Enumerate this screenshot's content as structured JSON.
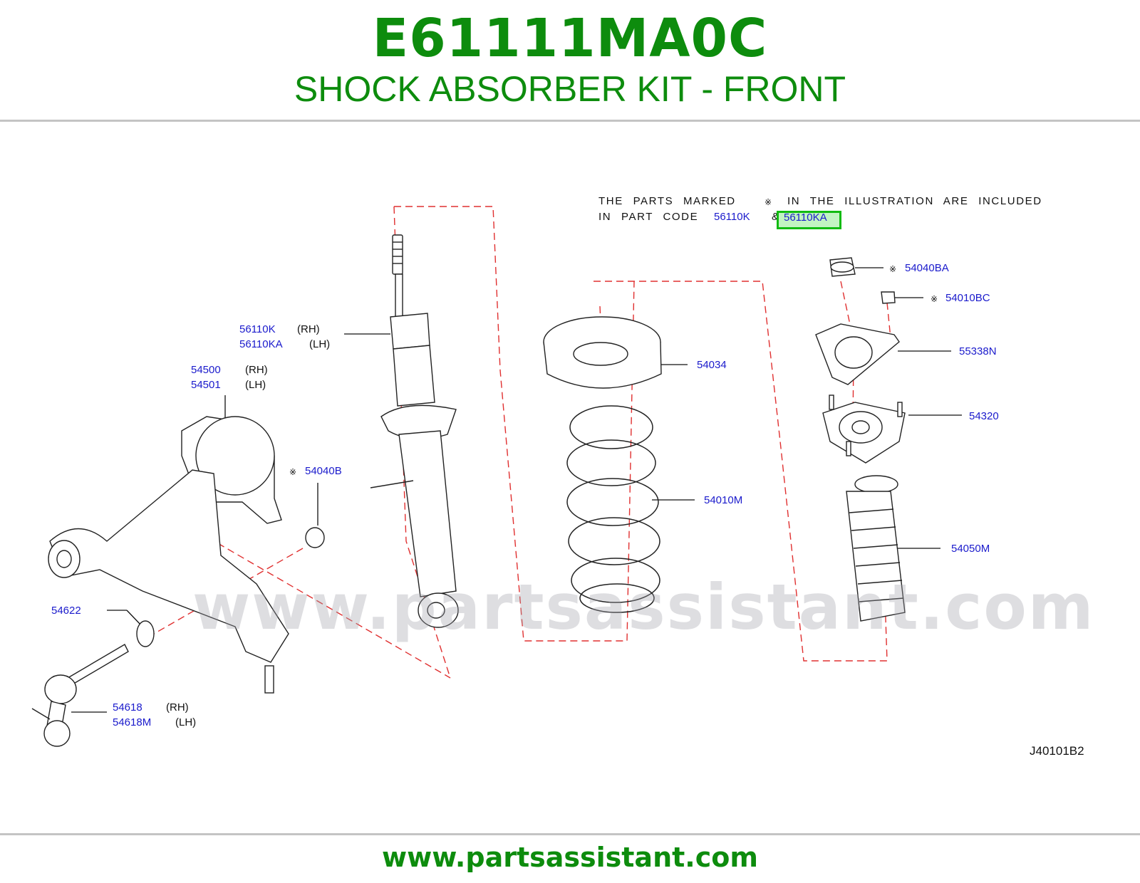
{
  "header": {
    "part_code": "E61111MA0C",
    "title": "SHOCK ABSORBER KIT - FRONT"
  },
  "note": {
    "line1_a": "THE PARTS MARKED",
    "mark": "※",
    "line1_b": "IN THE ILLUSTRATION ARE INCLUDED",
    "line2_a": "IN PART CODE",
    "code1": "56110K",
    "amp": "&",
    "code2": "56110KA",
    "highlight_color": "#11bb11"
  },
  "callouts": {
    "shock_rh": "56110K",
    "shock_rh_side": "(RH)",
    "shock_lh": "56110KA",
    "shock_lh_side": "(LH)",
    "arm_rh": "54500",
    "arm_rh_side": "(RH)",
    "arm_lh": "54501",
    "arm_lh_side": "(LH)",
    "nut_b": "54040B",
    "washer": "54622",
    "link_rh": "54618",
    "link_rh_side": "(RH)",
    "link_lh": "54618M",
    "link_lh_side": "(LH)",
    "seat": "54034",
    "spring": "54010M",
    "nut_ba": "54040BA",
    "nut_bc": "54010BC",
    "plate": "55338N",
    "mount": "54320",
    "boot": "54050M",
    "mark": "※"
  },
  "diagram_id": "J40101B2",
  "watermark": "www.partsassistant.com",
  "footer": {
    "url": "www.partsassistant.com"
  },
  "colors": {
    "brand_green": "#0d8c0d",
    "label_blue": "#1a1acc",
    "dash_red": "#e03030",
    "rule_gray": "#c4c4c4"
  }
}
